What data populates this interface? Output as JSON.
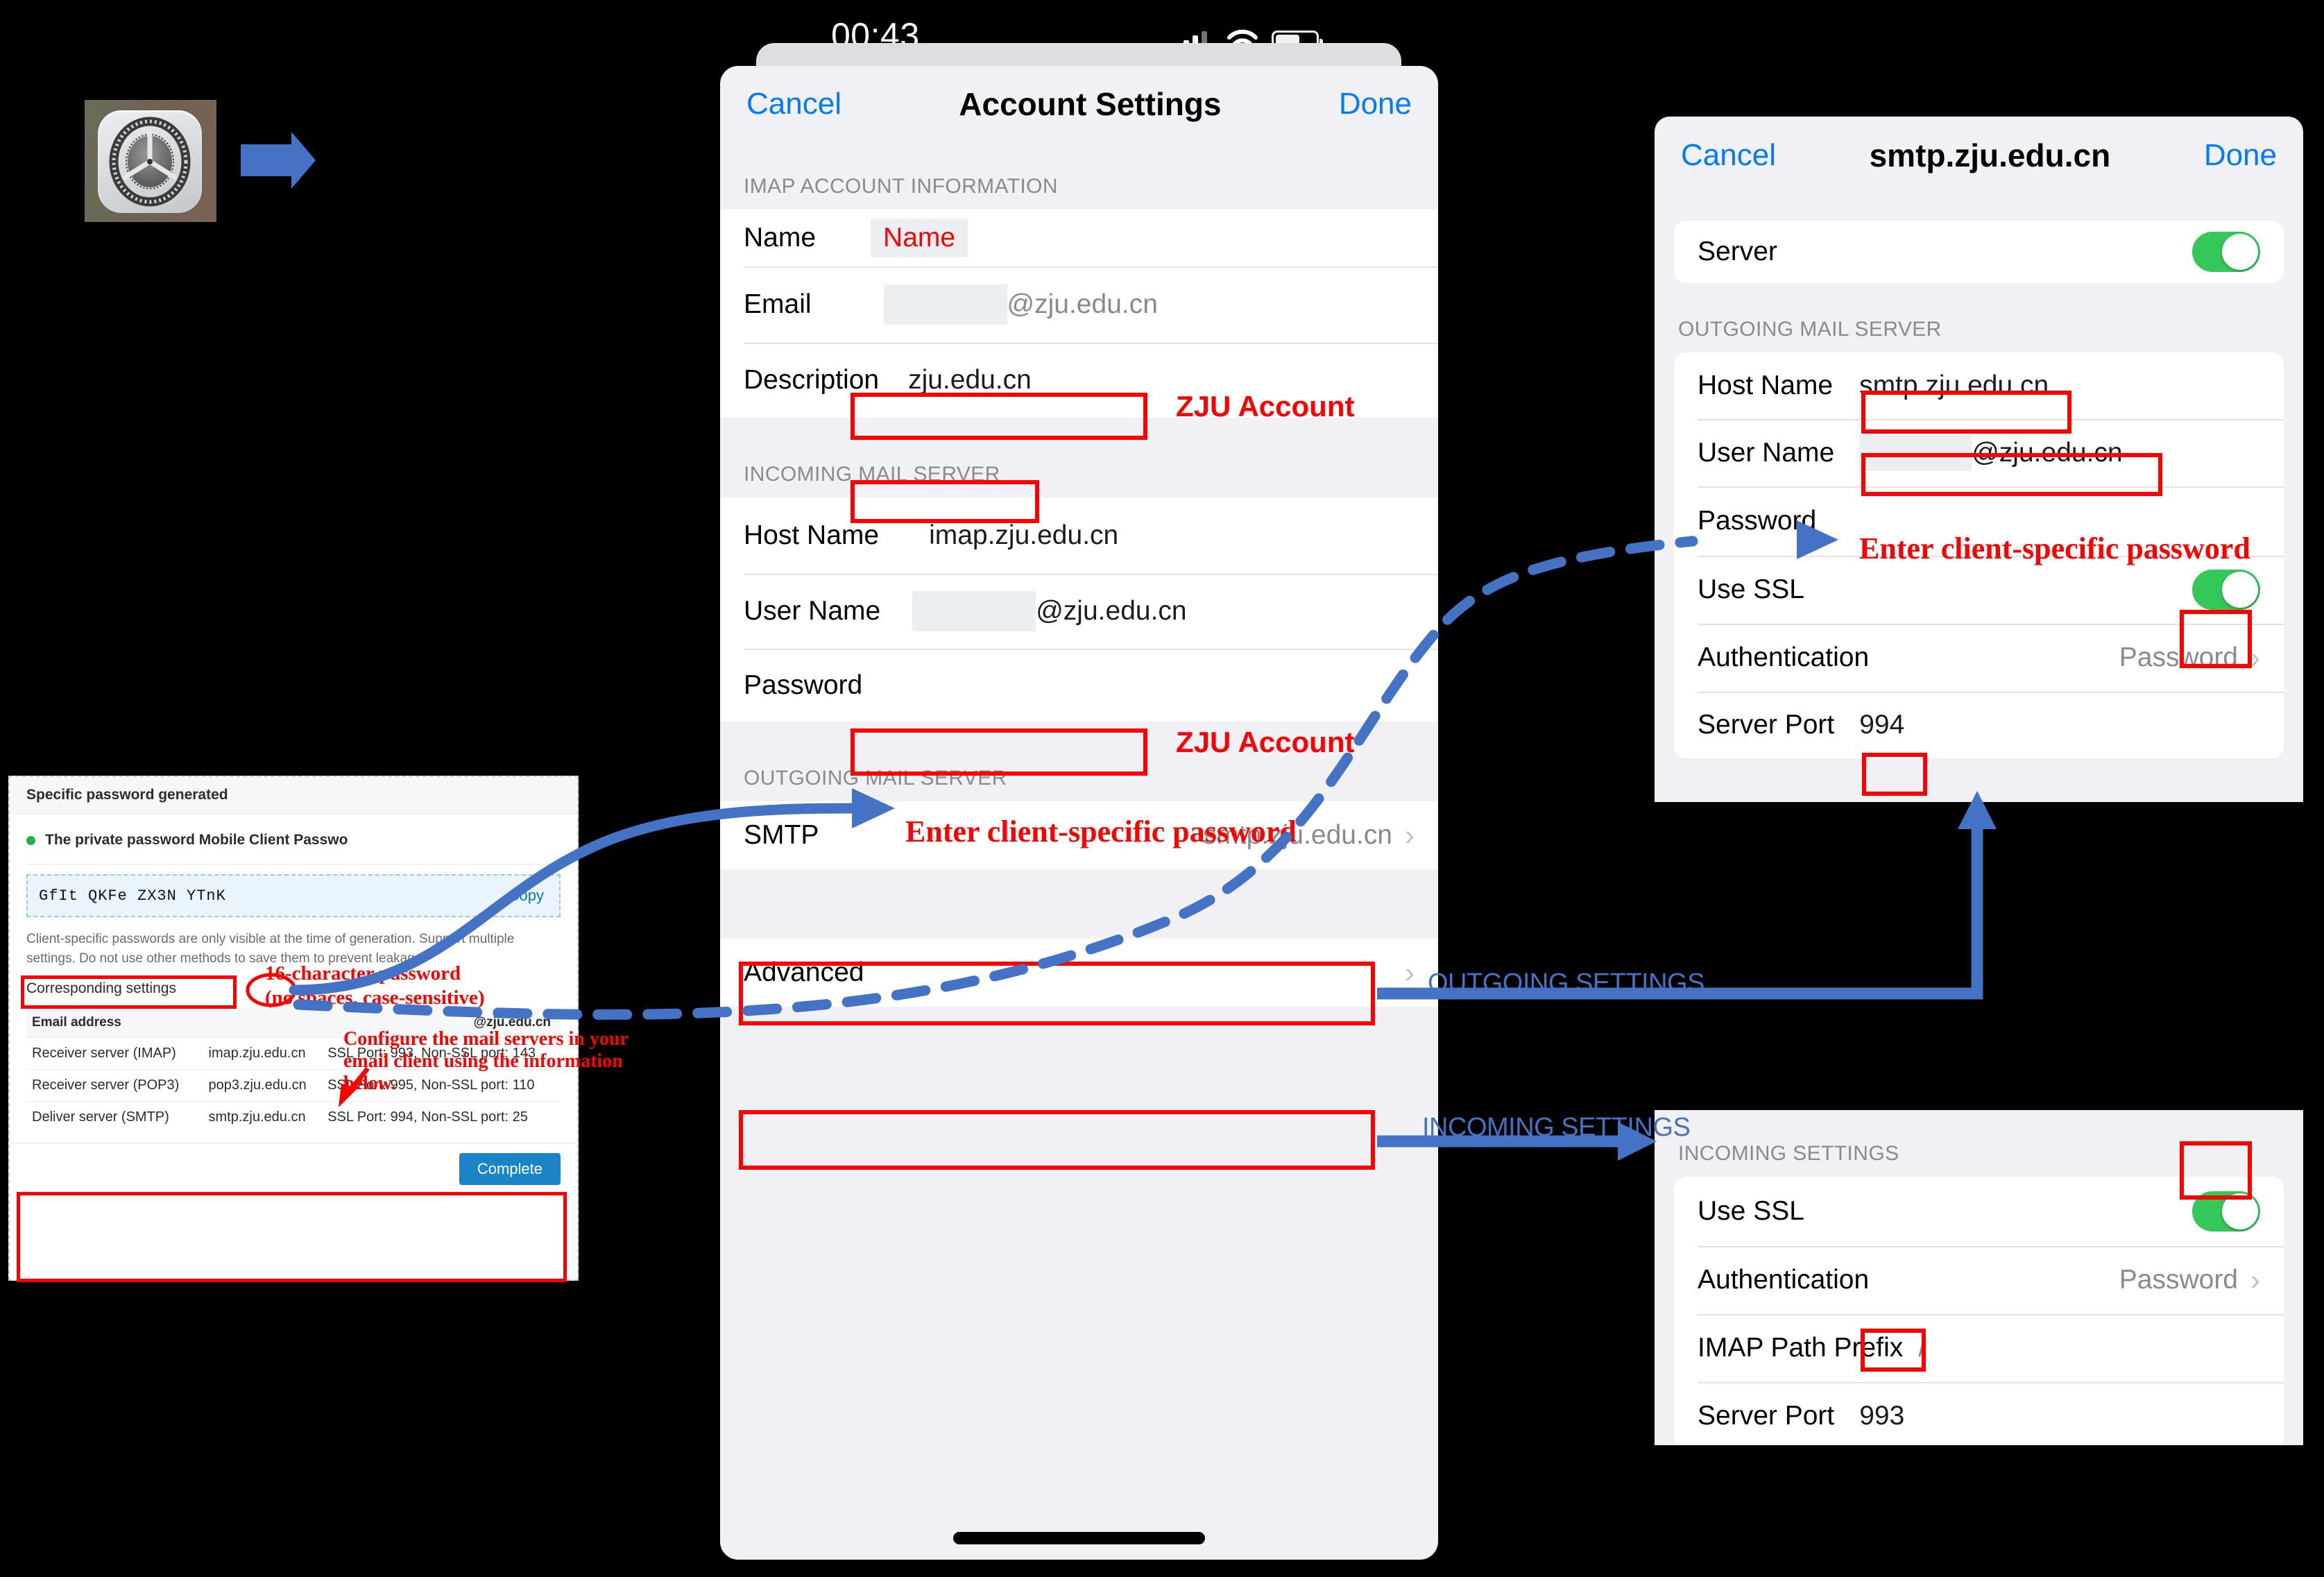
{
  "status_bar": {
    "time": "00:43",
    "signal_icon": "cellular-signal-icon",
    "wifi_icon": "wifi-icon",
    "battery_icon": "battery-icon"
  },
  "app_icon": {
    "name": "settings-gear-icon"
  },
  "phone": {
    "nav": {
      "cancel": "Cancel",
      "title": "Account Settings",
      "done": "Done"
    },
    "sections": {
      "imap_header": "IMAP ACCOUNT INFORMATION",
      "incoming_header": "INCOMING MAIL SERVER",
      "outgoing_header": "OUTGOING MAIL SERVER"
    },
    "rows": {
      "name_label": "Name",
      "name_value": "Name",
      "email_label": "Email",
      "email_value": "@zju.edu.cn",
      "description_label": "Description",
      "description_value": "zju.edu.cn",
      "host_label": "Host Name",
      "host_value": "imap.zju.edu.cn",
      "user_label": "User Name",
      "user_value": "@zju.edu.cn",
      "password_label": "Password",
      "smtp_label": "SMTP",
      "smtp_value": "smtp.zju.edu.cn",
      "advanced_label": "Advanced"
    }
  },
  "smtp_panel": {
    "nav": {
      "cancel": "Cancel",
      "title": "smtp.zju.edu.cn",
      "done": "Done"
    },
    "server_label": "Server",
    "server_toggle": "on",
    "section_header": "OUTGOING MAIL SERVER",
    "rows": {
      "host_label": "Host Name",
      "host_value": "smtp.zju.edu.cn",
      "user_label": "User Name",
      "user_value": "@zju.edu.cn",
      "password_label": "Password",
      "ssl_label": "Use SSL",
      "ssl_toggle": "on",
      "auth_label": "Authentication",
      "auth_value": "Password",
      "port_label": "Server Port",
      "port_value": "994"
    }
  },
  "incoming_panel": {
    "section_header": "INCOMING SETTINGS",
    "rows": {
      "ssl_label": "Use SSL",
      "ssl_toggle": "on",
      "auth_label": "Authentication",
      "auth_value": "Password",
      "prefix_label": "IMAP Path Prefix",
      "prefix_value": "/",
      "port_label": "Server Port",
      "port_value": "993"
    }
  },
  "password_dialog": {
    "title": "Specific password generated",
    "bullet": "The private password Mobile Client Passwo",
    "code": "GfIt  QKFe  ZX3N  YTnK",
    "copy_label": "Copy",
    "note": "Client-specific passwords are only visible at the time of generation. Support multiple settings. Do not use other methods to save them to prevent leakage",
    "corresponding": "Corresponding settings",
    "table": {
      "headers": [
        "Email address",
        "@zju.edu.cn"
      ],
      "rows": [
        [
          "Receiver server (IMAP)",
          "imap.zju.edu.cn",
          "SSL Port: 993, Non-SSL port: 143"
        ],
        [
          "Receiver server (POP3)",
          "pop3.zju.edu.cn",
          "SSL Port: 995, Non-SSL port: 110"
        ],
        [
          "Deliver server (SMTP)",
          "smtp.zju.edu.cn",
          "SSL Port: 994, Non-SSL port: 25"
        ]
      ]
    },
    "complete_label": "Complete"
  },
  "annotations": {
    "zju_account_1": "ZJU Account",
    "zju_account_2": "ZJU Account",
    "enter_pw_center": "Enter client-specific password",
    "enter_pw_right": "Enter client-specific password",
    "pw_len_1": "16-character password",
    "pw_len_2": "(no spaces, case-sensitive)",
    "configure_1": "Configure the mail servers in your",
    "configure_2": "email client using the information",
    "configure_3": "below.",
    "outgoing_settings": "OUTGOING SETTINGS",
    "incoming_settings": "INCOMING SETTINGS"
  },
  "colors": {
    "ios_blue": "#007aff",
    "annotation_red": "#ff0000",
    "arrow_blue": "#4472c4",
    "toggle_green": "#34c759"
  }
}
